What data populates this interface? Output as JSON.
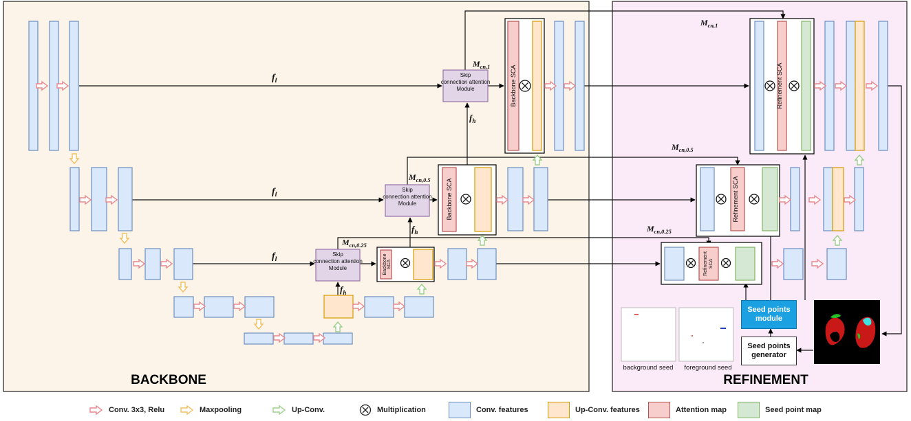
{
  "sections": {
    "backbone": "BACKBONE",
    "refinement": "REFINEMENT"
  },
  "module_labels": {
    "scam": "Skip connection attention Module",
    "backbone_sca": "Backbone SCA",
    "refinement_sca": "Refinement SCA",
    "seed_points_module": "Seed points module",
    "seed_points_generator": "Seed points generator"
  },
  "symbols": {
    "multiply": "⊗"
  },
  "feature_labels": {
    "fl_base": "f",
    "fl_sub": "l",
    "fh_base": "f",
    "fh_sub": "h",
    "m_base": "M",
    "m_sub_1": "cn,1",
    "m_sub_05": "cn,0.5",
    "m_sub_025": "cn,0.25"
  },
  "seed_labels": {
    "background": "background seed",
    "foreground": "foreground seed"
  },
  "legend": [
    {
      "key": "conv",
      "label": "Conv. 3x3, Relu",
      "icon": "arrow-icon",
      "color": "#e8868c"
    },
    {
      "key": "maxpool",
      "label": "Maxpooling",
      "icon": "arrow-down-icon",
      "color": "#f0c060"
    },
    {
      "key": "upconv",
      "label": "Up-Conv.",
      "icon": "arrow-up-icon",
      "color": "#9bd08a"
    },
    {
      "key": "mult",
      "label": "Multiplication",
      "icon": "multiply-icon",
      "color": "#222222"
    },
    {
      "key": "convfeat",
      "label": "Conv. features",
      "icon": "box",
      "color": "#7aa6d8"
    },
    {
      "key": "upfeat",
      "label": "Up-Conv. features",
      "icon": "box",
      "color": "#e6b04a"
    },
    {
      "key": "attn",
      "label": "Attention map",
      "icon": "box",
      "color": "#cc5b66"
    },
    {
      "key": "seedmap",
      "label": "Seed point map",
      "icon": "box",
      "color": "#6cb56a"
    }
  ],
  "colors": {
    "backbone_bg": "#fcf4e8",
    "refinement_bg": "#fbeaf8",
    "conv_fill": "#dae8fc",
    "conv_stroke": "#6c8ebf",
    "up_fill": "#ffe6cc",
    "up_stroke": "#d79b00",
    "attn_fill": "#f8cecc",
    "attn_stroke": "#b85450",
    "seed_fill": "#d5e8d4",
    "seed_stroke": "#82b366",
    "scam_fill": "#e1d5e7",
    "scam_stroke": "#9673a6",
    "seedmod_fill": "#1ba1e2"
  }
}
